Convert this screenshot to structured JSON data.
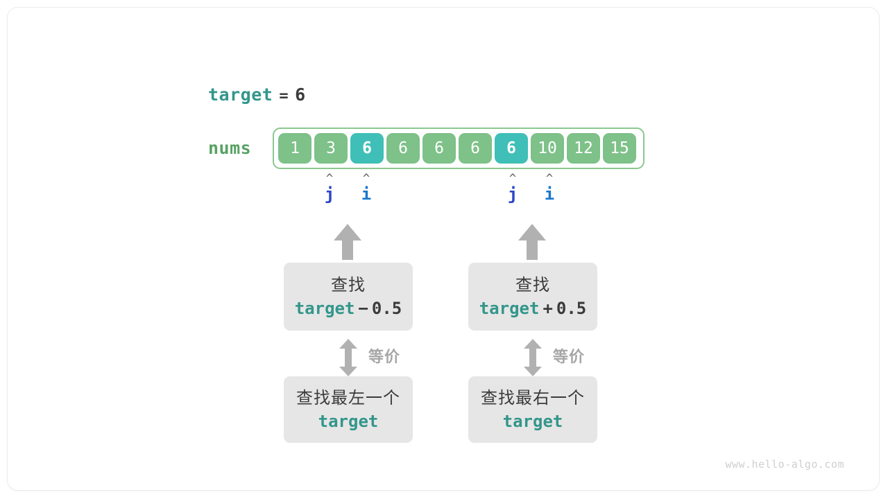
{
  "target_line": {
    "name": "target",
    "equals": "=",
    "value": "6"
  },
  "array": {
    "label": "nums",
    "cells": [
      {
        "value": "1",
        "highlighted": false
      },
      {
        "value": "3",
        "highlighted": false
      },
      {
        "value": "6",
        "highlighted": true
      },
      {
        "value": "6",
        "highlighted": false
      },
      {
        "value": "6",
        "highlighted": false
      },
      {
        "value": "6",
        "highlighted": false
      },
      {
        "value": "6",
        "highlighted": true
      },
      {
        "value": "10",
        "highlighted": false
      },
      {
        "value": "12",
        "highlighted": false
      },
      {
        "value": "15",
        "highlighted": false
      }
    ]
  },
  "pointers": [
    {
      "caret": "^",
      "name": "j",
      "index": 1,
      "group": "left"
    },
    {
      "caret": "^",
      "name": "i",
      "index": 2,
      "group": "left"
    },
    {
      "caret": "^",
      "name": "j",
      "index": 6,
      "group": "right"
    },
    {
      "caret": "^",
      "name": "i",
      "index": 7,
      "group": "right"
    }
  ],
  "left_branch": {
    "top_box": {
      "line1": "查找",
      "term": "target",
      "operator": "−",
      "operand": "0.5"
    },
    "equiv_label": "等价",
    "bottom_box": {
      "line1": "查找最左一个",
      "term": "target"
    }
  },
  "right_branch": {
    "top_box": {
      "line1": "查找",
      "term": "target",
      "operator": "+",
      "operand": "0.5"
    },
    "equiv_label": "等价",
    "bottom_box": {
      "line1": "查找最右一个",
      "term": "target"
    }
  },
  "watermark": "www.hello-algo.com",
  "colors": {
    "cell_normal": "#7ec189",
    "cell_highlight": "#3fbfb7",
    "array_border": "#8cc78e",
    "teal_text": "#33968b",
    "green_text": "#58a264",
    "pointer_j": "#2b46c8",
    "pointer_i": "#1a77cc",
    "arrow_gray": "#b1b1b1",
    "box_background": "#e6e6e6"
  }
}
